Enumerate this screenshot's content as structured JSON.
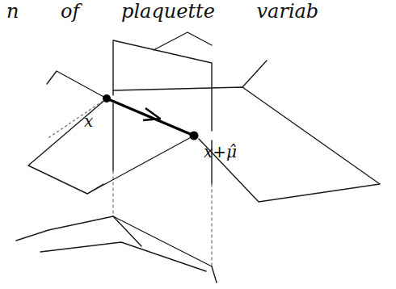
{
  "diagram": {
    "labels": [
      "n of plaquette variab",
      "x",
      "x+μ̂"
    ]
  }
}
